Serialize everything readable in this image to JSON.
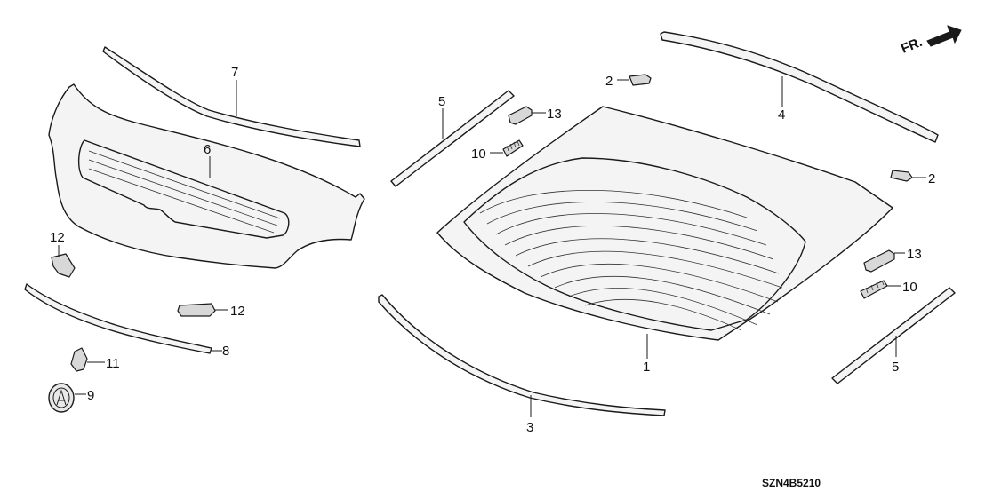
{
  "diagram": {
    "direction_label": "FR.",
    "drawing_code": "SZN4B5210",
    "callouts": {
      "c1": "1",
      "c2a": "2",
      "c2b": "2",
      "c3": "3",
      "c4": "4",
      "c5a": "5",
      "c5b": "5",
      "c6": "6",
      "c7": "7",
      "c8": "8",
      "c9": "9",
      "c10a": "10",
      "c10b": "10",
      "c11": "11",
      "c12a": "12",
      "c12b": "12",
      "c13a": "13",
      "c13b": "13"
    }
  }
}
